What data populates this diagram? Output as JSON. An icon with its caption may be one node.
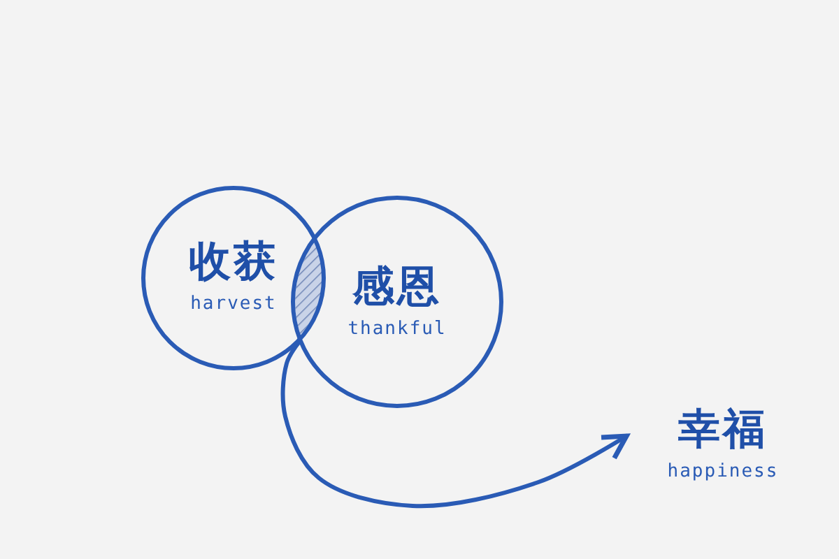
{
  "diagram": {
    "nodes": [
      {
        "text": [
          "收获",
          "harvest"
        ]
      },
      {
        "text": [
          "感恩",
          "thankful"
        ]
      },
      {
        "text": [
          "幸福",
          "happiness"
        ]
      }
    ],
    "edges": [
      {
        "from": 0,
        "to": 2,
        "arrow": "to"
      }
    ]
  }
}
